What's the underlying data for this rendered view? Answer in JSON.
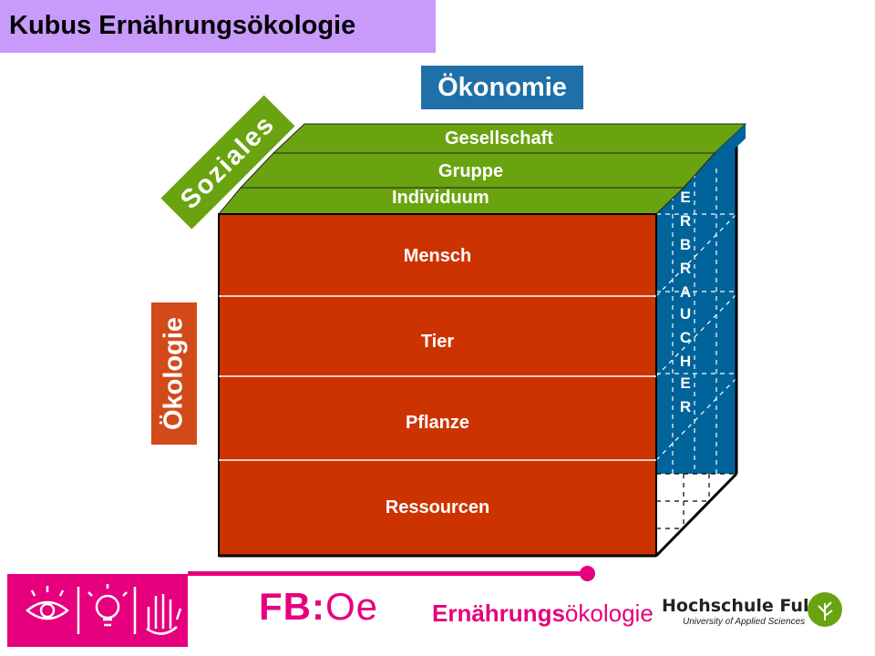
{
  "title": "Kubus Ernährungsökologie",
  "axes": {
    "oekonomie": "Ökonomie",
    "soziales": "Soziales",
    "oekologie": "Ökologie"
  },
  "social_layers": [
    "Gesellschaft",
    "Gruppe",
    "Individuum"
  ],
  "ecology_layers": [
    "Mensch",
    "Tier",
    "Pflanze",
    "Ressourcen"
  ],
  "economy_side_letters": [
    "E",
    "R",
    "B",
    "R",
    "A",
    "U",
    "C",
    "H",
    "E",
    "R"
  ],
  "colors": {
    "social_green": "#6aa310",
    "ecology_red": "#cc3300",
    "economy_blue": "#00639a",
    "title_lilac": "#c89bfa",
    "brand_magenta": "#e6007e"
  },
  "footer": {
    "fb_logo_bold": "FB",
    "fb_logo_colon": ":",
    "fb_logo_thin": "Oe",
    "program_bold": "Ernährungs",
    "program_normal": "ökologie",
    "university_name": "Hochschule Fulda",
    "university_sub": "University of Applied Sciences"
  }
}
